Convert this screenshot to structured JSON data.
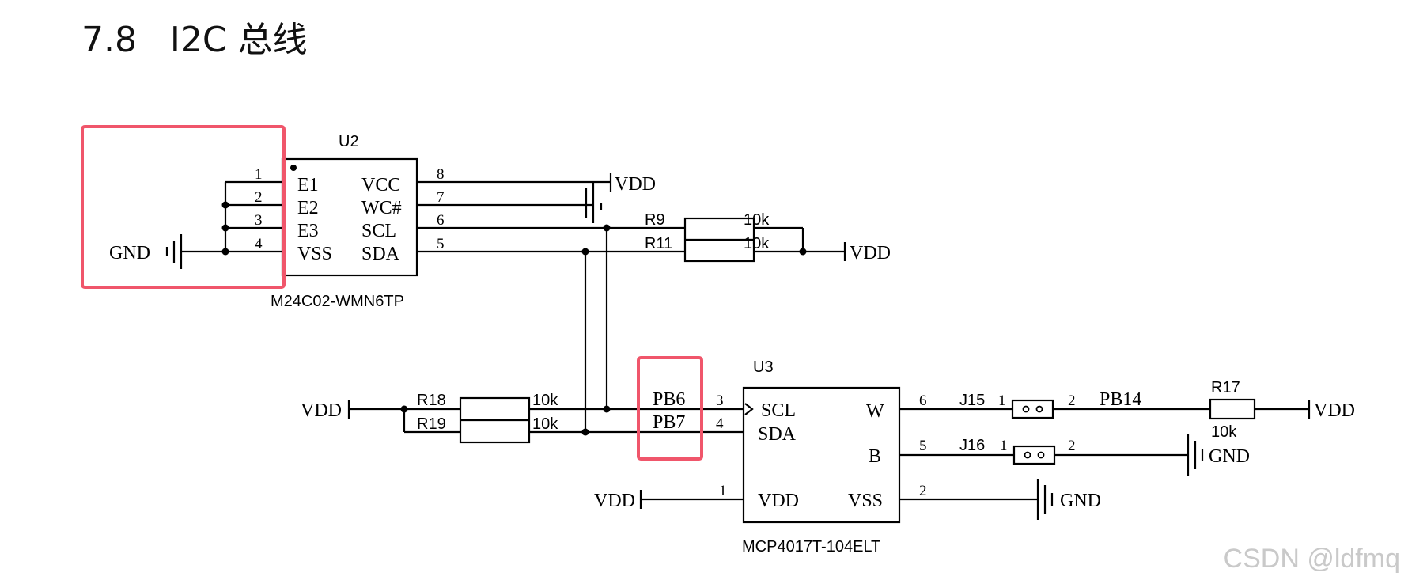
{
  "title": "7.8   I2C 总线",
  "watermark": "CSDN @ldfmq",
  "u2": {
    "ref": "U2",
    "part": "M24C02-WMN6TP",
    "left_pins": [
      {
        "num": "1",
        "name": "E1"
      },
      {
        "num": "2",
        "name": "E2"
      },
      {
        "num": "3",
        "name": "E3"
      },
      {
        "num": "4",
        "name": "VSS"
      }
    ],
    "right_pins": [
      {
        "num": "8",
        "name": "VCC"
      },
      {
        "num": "7",
        "name": "WC#"
      },
      {
        "num": "6",
        "name": "SCL"
      },
      {
        "num": "5",
        "name": "SDA"
      }
    ]
  },
  "u3": {
    "ref": "U3",
    "part": "MCP4017T-104ELT",
    "left_pins": [
      {
        "num": "3",
        "name": "SCL"
      },
      {
        "num": "4",
        "name": "SDA"
      },
      {
        "num": "1",
        "name": "VDD"
      }
    ],
    "right_pins": [
      {
        "num": "6",
        "name": "W"
      },
      {
        "num": "5",
        "name": "B"
      },
      {
        "num": "2",
        "name": "VSS"
      }
    ]
  },
  "resistors": {
    "r9": {
      "ref": "R9",
      "value": "10k"
    },
    "r11": {
      "ref": "R11",
      "value": "10k"
    },
    "r18": {
      "ref": "R18",
      "value": "10k"
    },
    "r19": {
      "ref": "R19",
      "value": "10k"
    },
    "r17": {
      "ref": "R17",
      "value": "10k"
    }
  },
  "jumpers": {
    "j15": {
      "ref": "J15",
      "pin1": "1",
      "pin2": "2"
    },
    "j16": {
      "ref": "J16",
      "pin1": "1",
      "pin2": "2"
    }
  },
  "nets": {
    "gnd": "GND",
    "vdd": "VDD",
    "pb6": "PB6",
    "pb7": "PB7",
    "pb14": "PB14"
  },
  "colors": {
    "highlight": "#f0566b",
    "wire": "#000000"
  }
}
